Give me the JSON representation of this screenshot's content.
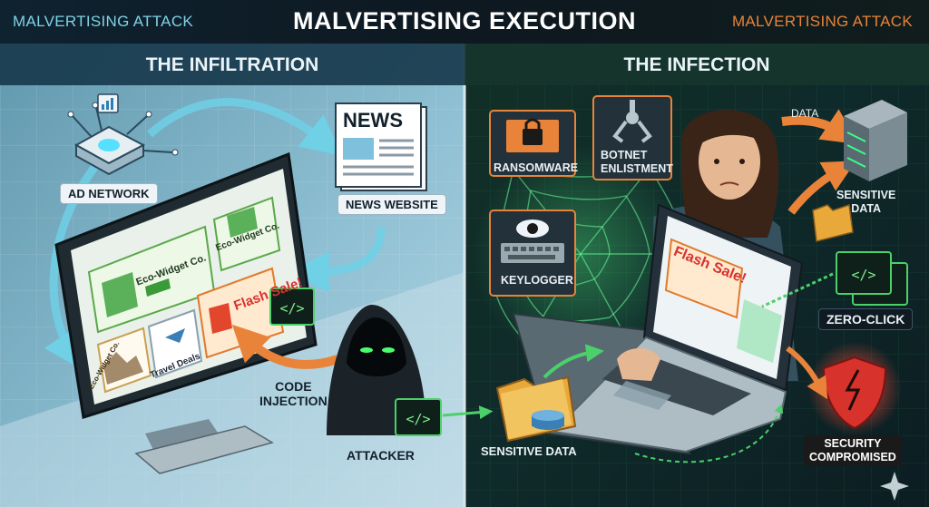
{
  "header": {
    "title": "MALVERTISING EXECUTION",
    "left_tag": "MALVERTISING ATTACK",
    "right_tag": "MALVERTISING ATTACK"
  },
  "left_panel": {
    "heading": "THE INFILTRATION",
    "labels": {
      "ad_network": "AD NETWORK",
      "news_website": "NEWS WEBSITE",
      "news_sign": "NEWS",
      "code_injection": "CODE\nINJECTION",
      "attacker": "ATTACKER"
    },
    "ads": {
      "eco_widget_1": "Eco-Widget Co.",
      "eco_widget_2": "Eco-Widget Co.",
      "eco_widget_3": "Eco-Widget Co.",
      "travel_deals": "Travel Deals",
      "flash_sale": "Flash Sale!"
    }
  },
  "right_panel": {
    "heading": "THE INFECTION",
    "labels": {
      "ransomware": "RANSOMWARE",
      "botnet": "BOTNET\nENLISTMENT",
      "keylogger": "KEYLOGGER",
      "data": "DATA",
      "sensitive_data_server": "SENSITIVE\nDATA",
      "zero_click": "ZERO-CLICK",
      "security_compromised": "SECURITY\nCOMPROMISED",
      "sensitive_data_folder": "SENSITIVE DATA",
      "flash_sale": "Flash Sale!"
    }
  },
  "colors": {
    "left_accent": "#7fd3e6",
    "right_accent": "#e9833a",
    "danger": "#d8322c",
    "malware_green": "#4bd06a"
  },
  "icons": [
    "router-icon",
    "chart-icon",
    "monitor-icon",
    "newspaper-icon",
    "hooded-attacker-icon",
    "code-icon",
    "lock-icon",
    "robot-claw-icon",
    "eye-icon",
    "keyboard-icon",
    "server-icon",
    "folder-icon",
    "laptop-icon",
    "shield-icon",
    "spiderweb-icon",
    "person-icon",
    "sparkle-icon"
  ]
}
